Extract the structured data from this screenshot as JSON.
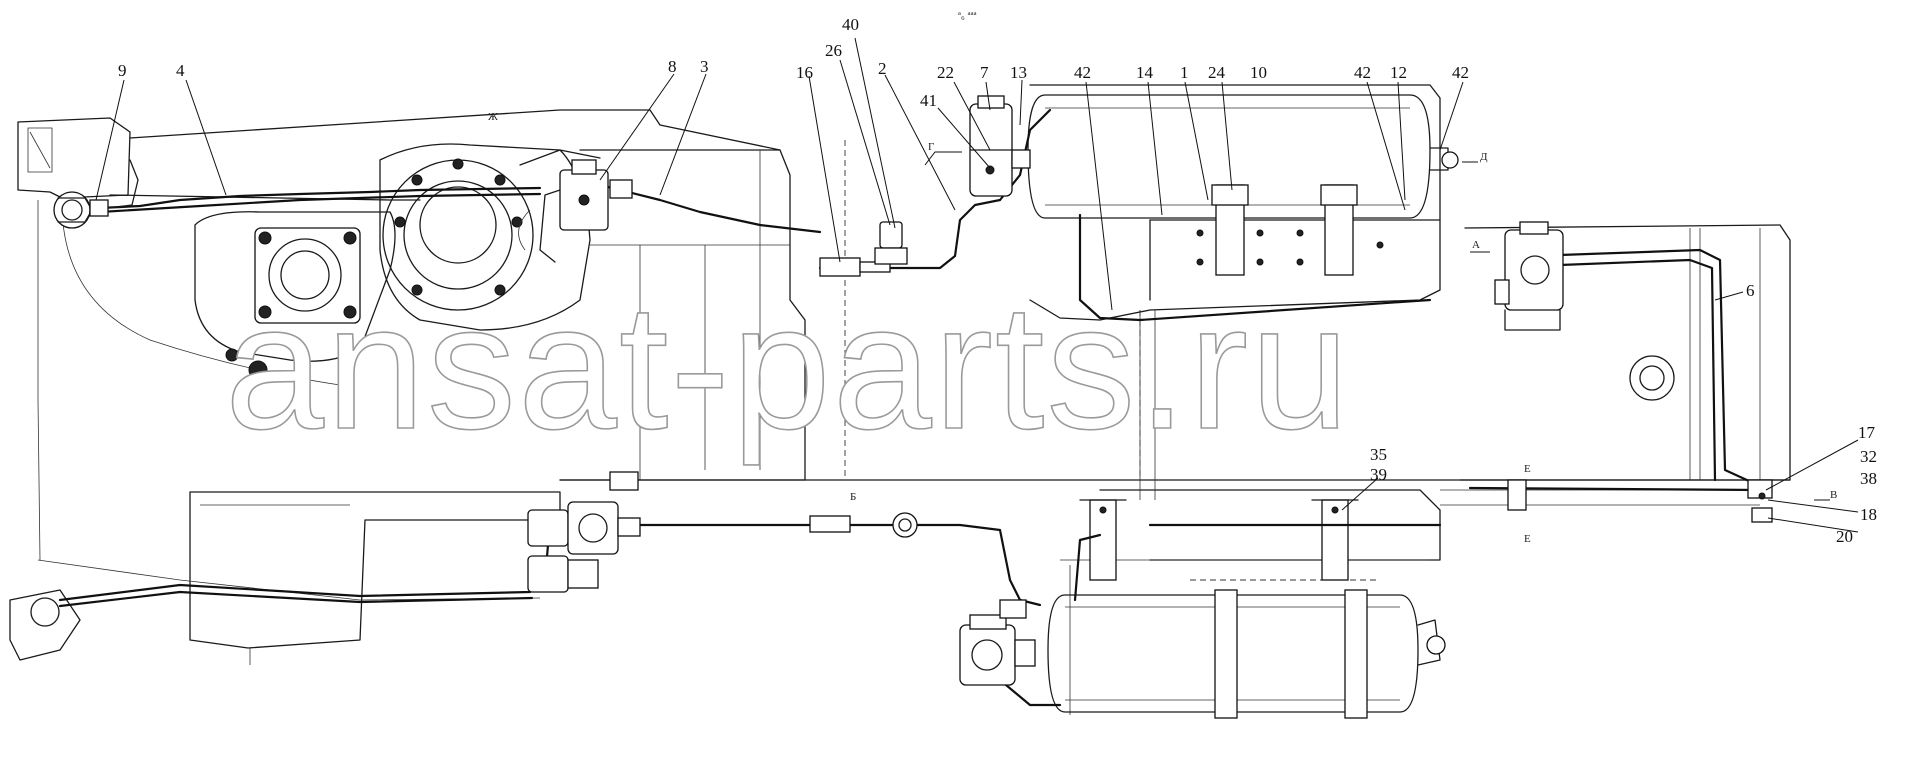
{
  "watermark": "ansat-parts.ru",
  "top_mark": "ᵃ₆ ᵃᵃᵃ",
  "section_marks": {
    "g": "Г",
    "d": "Д",
    "a": "А",
    "b": "Б",
    "v": "В",
    "e_top": "Е",
    "e_bottom": "Е",
    "zh": "Ж"
  },
  "callouts": {
    "c9": "9",
    "c4": "4",
    "c8": "8",
    "c3": "3",
    "c16": "16",
    "c26": "26",
    "c40": "40",
    "c2": "2",
    "c22": "22",
    "c41": "41",
    "c7": "7",
    "c13": "13",
    "c42a": "42",
    "c14": "14",
    "c1": "1",
    "c24": "24",
    "c10": "10",
    "c42b": "42",
    "c12": "12",
    "c42c": "42",
    "c6": "6",
    "c17": "17",
    "c32": "32",
    "c38": "38",
    "c18": "18",
    "c20": "20",
    "c35": "35",
    "c39": "39"
  },
  "colors": {
    "line": "#1a1a1a",
    "background": "#ffffff",
    "watermark_outline": "#9a9a9a"
  }
}
